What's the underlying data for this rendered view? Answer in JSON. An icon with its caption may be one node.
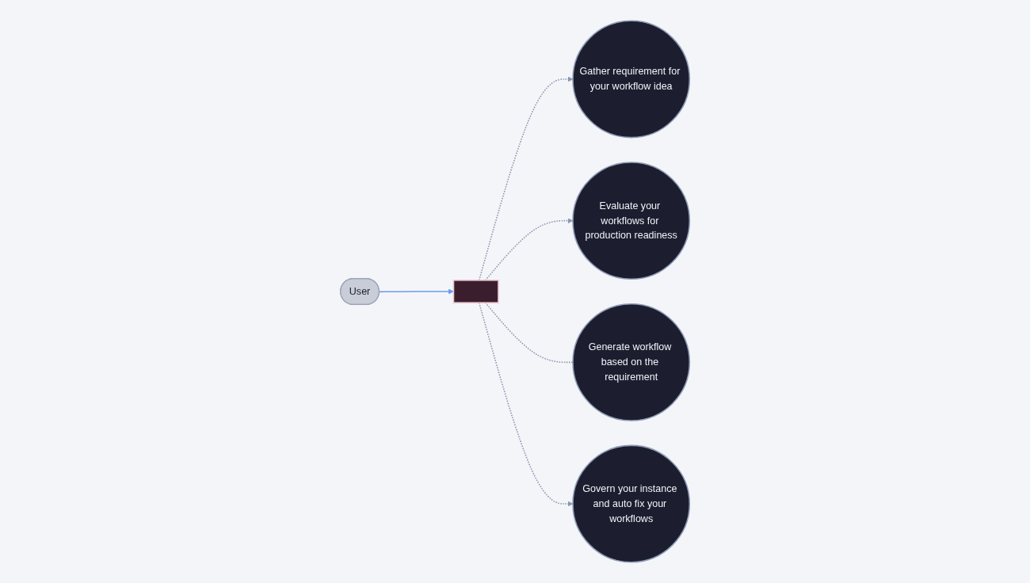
{
  "diagram": {
    "nodes": [
      {
        "text": [
          "User"
        ]
      },
      {
        "text": [],
        "shape": "box"
      },
      {
        "text": [
          "Gather requirement for your workflow idea"
        ]
      },
      {
        "text": [
          "Evaluate your workflows for production readiness"
        ]
      },
      {
        "text": [
          "Generate workflow based on the requirement"
        ]
      },
      {
        "text": [
          "Govern your instance and auto fix your workflows"
        ]
      }
    ],
    "edges": [
      {
        "from": 0,
        "to": 1,
        "arrow": "to",
        "color": "#6b9cf0"
      },
      {
        "from": 1,
        "to": 2,
        "arrow": "to",
        "style": "dashed"
      },
      {
        "from": 1,
        "to": 3,
        "arrow": "to",
        "style": "dashed"
      },
      {
        "from": 1,
        "to": 4,
        "arrow": "none",
        "style": "dashed"
      },
      {
        "from": 1,
        "to": 5,
        "arrow": "to",
        "style": "dashed"
      }
    ]
  }
}
